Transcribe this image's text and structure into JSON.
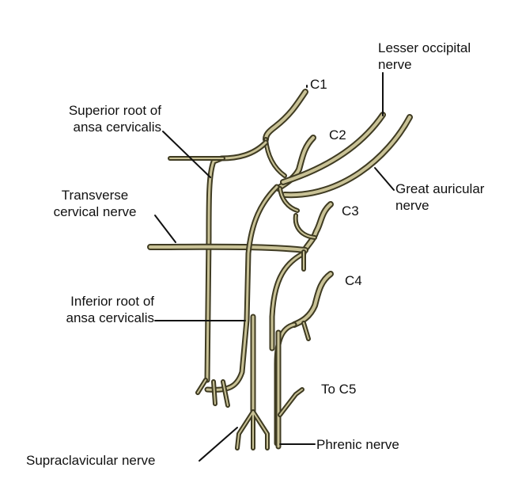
{
  "labels": {
    "c1": "C1",
    "c2": "C2",
    "c3": "C3",
    "c4": "C4",
    "lesser_occipital": [
      "Lesser occipital",
      "nerve"
    ],
    "superior_root": [
      "Superior root of",
      "ansa cervicalis"
    ],
    "great_auricular": [
      "Great auricular",
      "nerve"
    ],
    "transverse_cervical": [
      "Transverse",
      "cervical nerve"
    ],
    "inferior_root": [
      "Inferior root of",
      "ansa cervicalis"
    ],
    "to_c5": "To C5",
    "supraclavicular": "Supraclavicular nerve",
    "phrenic": "Phrenic nerve"
  },
  "colors": {
    "nerve_outline": "#3f3b22",
    "nerve_fill": "#c9c296",
    "leader": "#111111",
    "text": "#111111"
  }
}
